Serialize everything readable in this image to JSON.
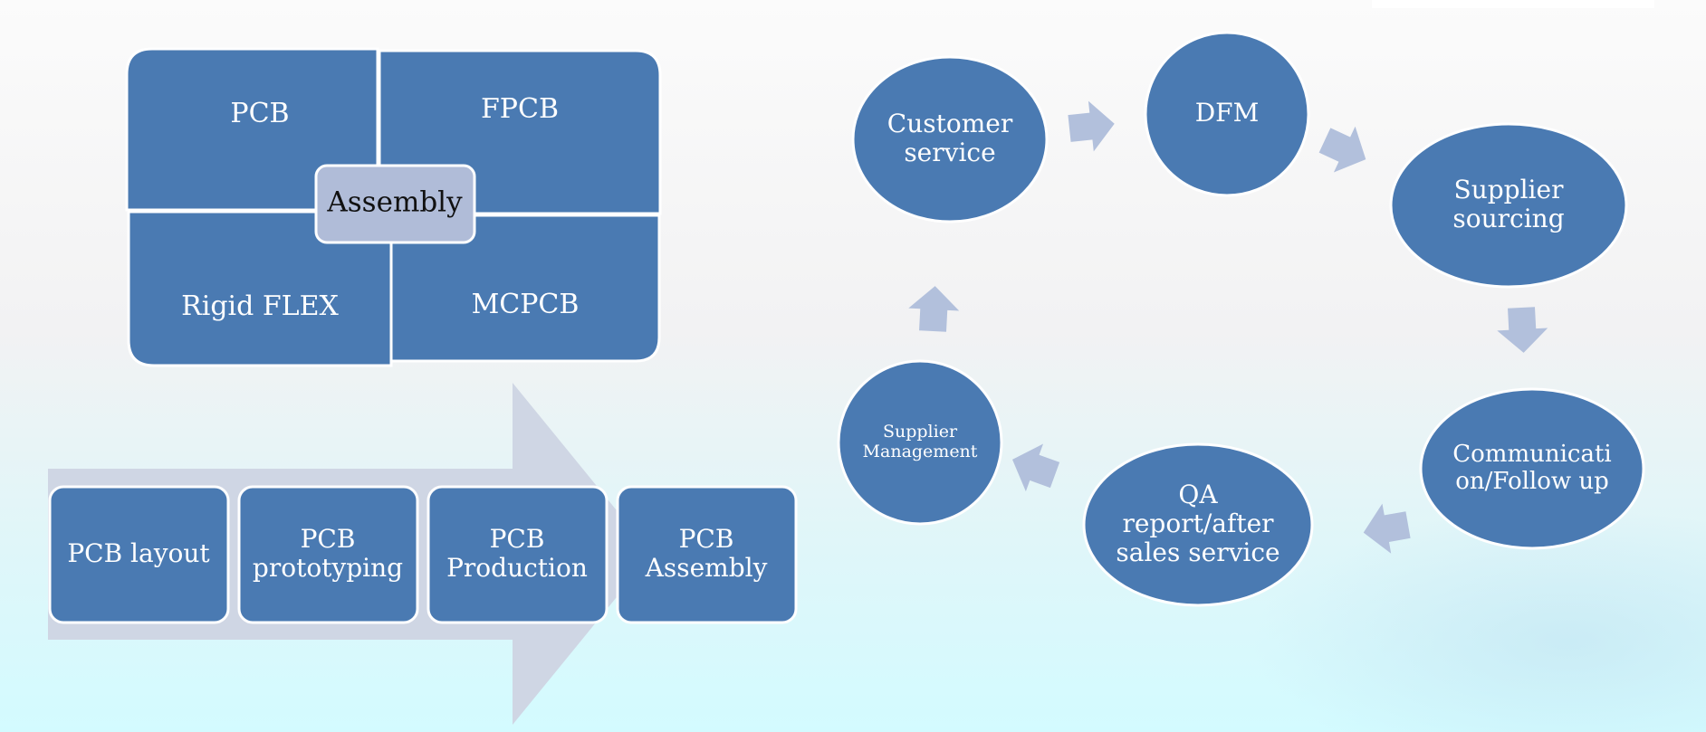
{
  "quadrant": {
    "top_left": "PCB",
    "top_right": "FPCB",
    "bottom_left": "Rigid FLEX",
    "bottom_right": "MCPCB",
    "center": "Assembly"
  },
  "process_steps": [
    "PCB layout",
    "PCB\nprototyping",
    "PCB\nProduction",
    "PCB\nAssembly"
  ],
  "cycle": [
    "Customer\nservice",
    "DFM",
    "Supplier\nsourcing",
    "Communicati\non/Follow up",
    "QA\nreport/after\nsales service",
    "Supplier\nManagement"
  ],
  "colors": {
    "primary": "#4a7ab2",
    "center_box": "#b0bcd8",
    "arrow": "#b2c0dc",
    "big_arrow": "#cfd6e4"
  }
}
